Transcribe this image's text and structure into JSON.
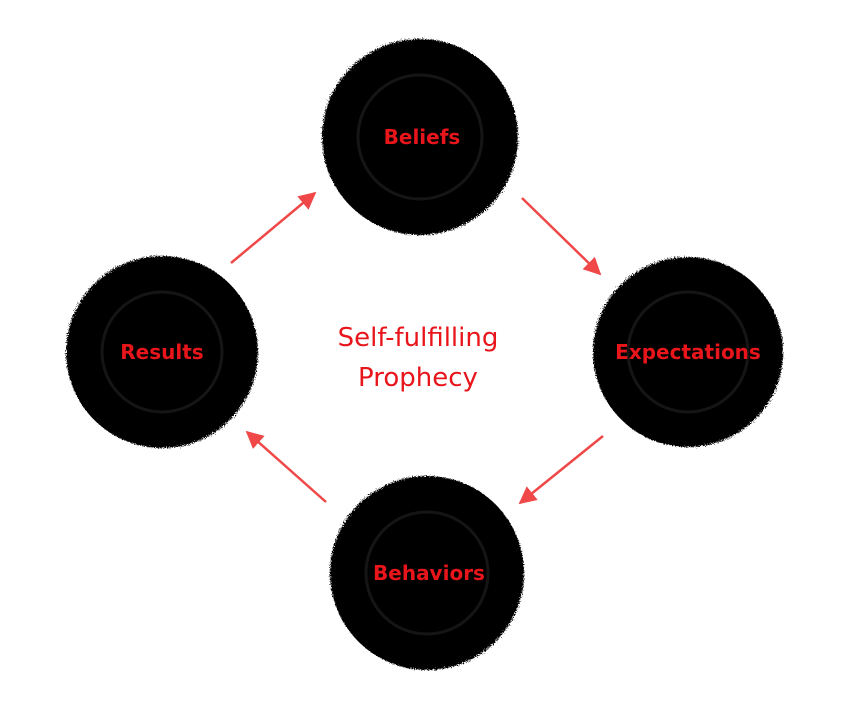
{
  "colors": {
    "circle_fill": "#050505",
    "label": "#e8151b",
    "arrow": "#f04848",
    "background": "#ffffff"
  },
  "center_title": {
    "line1": "Self-fulfilling",
    "line2": "Prophecy"
  },
  "nodes": [
    {
      "id": "beliefs",
      "label": "Beliefs"
    },
    {
      "id": "expectations",
      "label": "Expectations"
    },
    {
      "id": "behaviors",
      "label": "Behaviors"
    },
    {
      "id": "results",
      "label": "Results"
    }
  ],
  "edges": [
    {
      "from": "beliefs",
      "to": "expectations"
    },
    {
      "from": "expectations",
      "to": "behaviors"
    },
    {
      "from": "behaviors",
      "to": "results"
    },
    {
      "from": "results",
      "to": "beliefs"
    }
  ]
}
